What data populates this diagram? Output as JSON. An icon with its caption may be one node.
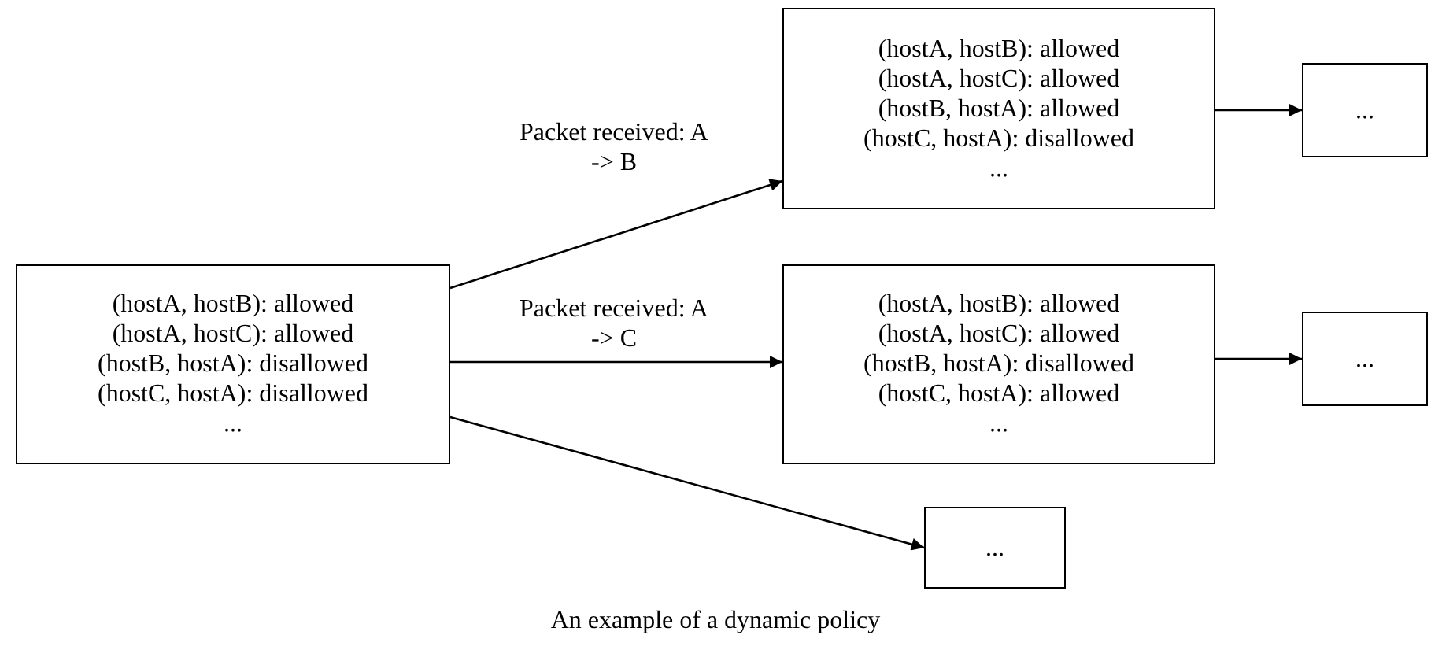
{
  "diagram": {
    "caption": "An example of a dynamic policy",
    "nodes": [
      {
        "text": [
          "(hostA, hostB): allowed",
          "(hostA, hostC): allowed",
          "(hostB, hostA): disallowed",
          "(hostC, hostA): disallowed",
          "..."
        ]
      },
      {
        "text": [
          "(hostA, hostB): allowed",
          "(hostA, hostC): allowed",
          "(hostB, hostA): allowed",
          "(hostC, hostA): disallowed",
          "..."
        ]
      },
      {
        "text": [
          "(hostA, hostB): allowed",
          "(hostA, hostC): allowed",
          "(hostB, hostA): disallowed",
          "(hostC, hostA): allowed",
          "..."
        ]
      },
      {
        "text": [
          "..."
        ]
      },
      {
        "text": [
          "..."
        ]
      },
      {
        "text": [
          "..."
        ]
      }
    ],
    "edges": [
      {
        "from": 0,
        "to": 1,
        "arrow": "to",
        "label": "Packet received: A -> B"
      },
      {
        "from": 0,
        "to": 2,
        "arrow": "to",
        "label": "Packet received: A -> C"
      },
      {
        "from": 0,
        "to": 3,
        "arrow": "to"
      },
      {
        "from": 1,
        "to": 4,
        "arrow": "to"
      },
      {
        "from": 2,
        "to": 5,
        "arrow": "to"
      }
    ]
  }
}
